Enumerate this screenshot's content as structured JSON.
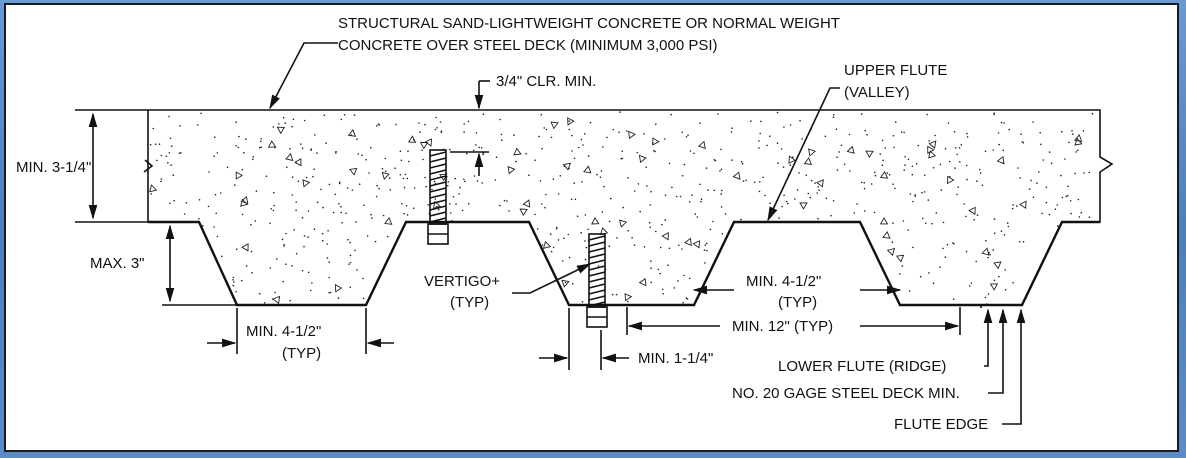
{
  "title": "",
  "labels": {
    "concrete_line1": "STRUCTURAL SAND-LIGHTWEIGHT CONCRETE OR NORMAL WEIGHT",
    "concrete_line2": "CONCRETE OVER STEEL DECK (MINIMUM 3,000 PSI)",
    "clear_min": "3/4\" CLR. MIN.",
    "upper_flute_1": "UPPER FLUTE",
    "upper_flute_2": "(VALLEY)",
    "min_thickness": "MIN. 3-1/4\"",
    "max_depth": "MAX. 3\"",
    "anchor_1": "VERTIGO+",
    "anchor_2": "(TYP)",
    "flute_width_left_1": "MIN. 4-1/2\"",
    "flute_width_left_2": "(TYP)",
    "flute_width_right_1": "MIN. 4-1/2\"",
    "flute_width_right_2": "(TYP)",
    "spacing": "MIN. 12\" (TYP)",
    "edge_distance": "MIN. 1-1/4\"",
    "lower_flute": "LOWER FLUTE (RIDGE)",
    "gage": "NO. 20 GAGE STEEL DECK MIN.",
    "flute_edge": "FLUTE EDGE"
  }
}
